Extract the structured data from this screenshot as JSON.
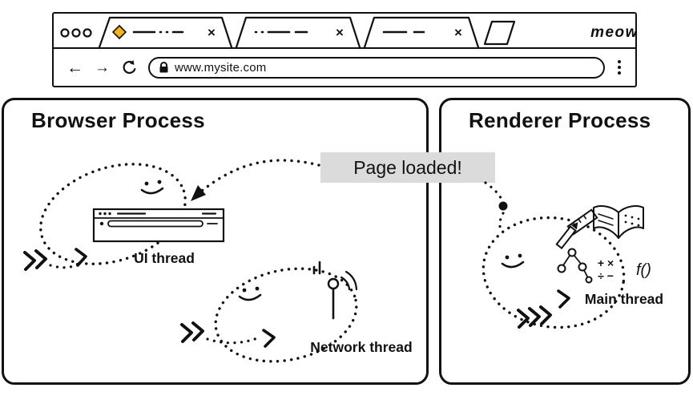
{
  "colors": {
    "ink": "#111111",
    "accent_yellow": "#F6B40E",
    "callout_bg": "#DBDBDB"
  },
  "chrome": {
    "logo": "meow",
    "url": "www.mysite.com"
  },
  "glyphs": {
    "close": "×",
    "back": "←",
    "forward": "→"
  },
  "processes": {
    "browser": {
      "title": "Browser Process",
      "threads": {
        "ui": "UI thread",
        "network": "Network thread"
      }
    },
    "renderer": {
      "title": "Renderer Process",
      "threads": {
        "main": "Main thread"
      }
    }
  },
  "callout": {
    "text": "Page loaded!"
  },
  "icons": {
    "window_controls": "three-circles",
    "tab_favicon": "yellow-diamond",
    "new_tab": "parallelogram",
    "reload": "circular-arrow",
    "lock": "padlock",
    "menu": "vertical-dots",
    "ui_thread": "mini-browser-window",
    "network_thread": "antenna-with-signal",
    "main_thread": "ruler-pencil-book-dom-tree-math",
    "math_row1": "+ ×",
    "math_row2": "÷ −",
    "function_label": "f()"
  }
}
